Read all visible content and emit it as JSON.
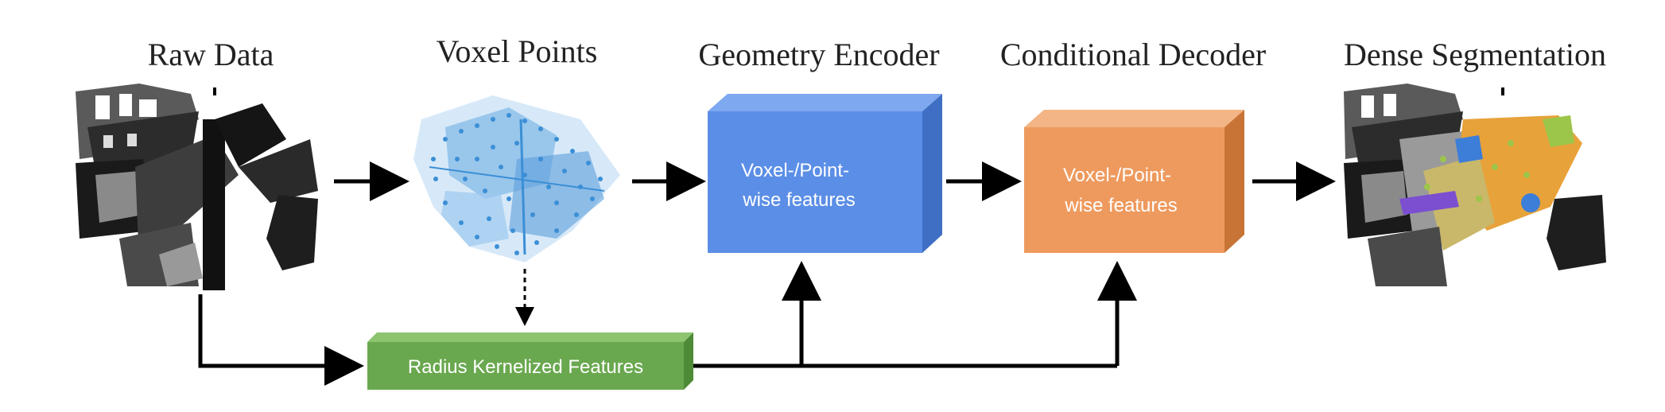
{
  "stages": {
    "raw_data": "Raw Data",
    "voxel_points": "Voxel Points",
    "geometry_encoder": "Geometry Encoder",
    "conditional_decoder": "Conditional Decoder",
    "dense_segmentation": "Dense Segmentation"
  },
  "encoder_box": {
    "line1": "Voxel-/Point-",
    "line2": "wise features"
  },
  "decoder_box": {
    "line1": "Voxel-/Point-",
    "line2": "wise features"
  },
  "feature_bar": {
    "label": "Radius Kernelized Features"
  },
  "colors": {
    "encoder_front": "#5b8ee6",
    "encoder_top": "#7ea8ef",
    "encoder_side": "#3f6fc4",
    "decoder_front": "#ee9a5e",
    "decoder_top": "#f3b586",
    "decoder_side": "#c97437",
    "feature_front": "#6aa84f",
    "feature_top": "#8cc46f",
    "feature_side": "#4e8a37",
    "point_cloud": "#3b8fd6",
    "seg_orange": "#e8a23a",
    "seg_blue": "#3c7ed8",
    "seg_green": "#9cc64a"
  }
}
